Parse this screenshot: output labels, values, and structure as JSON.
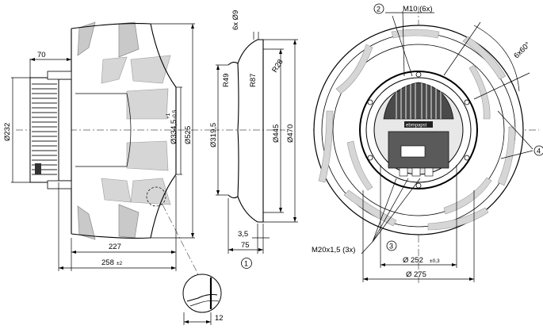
{
  "dimensions": {
    "side_top_width": "70",
    "side_motor_dia": "Ø232",
    "side_dia_334": "Ø334,5",
    "side_tol_upper": "+1",
    "side_tol_lower": "-0,5",
    "side_dia_525": "Ø525",
    "side_len_227": "227",
    "side_len_258": "258",
    "side_len_258_tol": "±2",
    "inlet_holes": "6x Ø9",
    "inlet_r49": "R49",
    "inlet_r87": "R87",
    "inlet_r28": "R28",
    "inlet_dia_319": "Ø319,5",
    "inlet_dia_445": "Ø445",
    "inlet_dia_470": "Ø470",
    "inlet_len_35": "3,5",
    "inlet_len_75": "75",
    "detail_12": "12",
    "front_m10": "M10 (6x)",
    "front_angle": "6x60°",
    "front_m20": "M20x1,5 (3x)",
    "front_dia_252": "Ø 252",
    "front_dia_252_tol": "±0,3",
    "front_dia_275": "Ø 275"
  },
  "callouts": {
    "c1": "1",
    "c2": "2",
    "c3": "3",
    "c4": "4"
  },
  "badge_text": "ebmpapst"
}
